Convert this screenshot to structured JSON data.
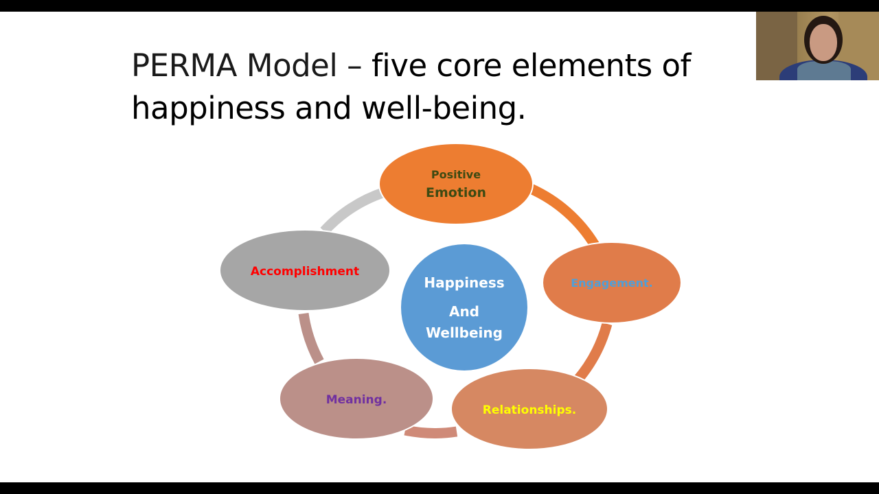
{
  "slide": {
    "title_part1": "PERMA Model – ",
    "title_part2": "five core elements of",
    "title_line2": "happiness and well-being",
    "title_period": "."
  },
  "diagram": {
    "center": {
      "line1": "Happiness",
      "line2": "And",
      "line3": "Wellbeing",
      "color": "#5b9bd5"
    },
    "nodes": [
      {
        "id": "positive-emotion",
        "line1": "Positive",
        "line2": "Emotion",
        "fill": "#ed7d31",
        "text_color": "#3d4a12"
      },
      {
        "id": "engagement",
        "label": "Engagement.",
        "fill": "#e07c4a",
        "text_color": "#4f9fd8"
      },
      {
        "id": "relationships",
        "label": "Relationships.",
        "fill": "#d68862",
        "text_color": "#ffff00"
      },
      {
        "id": "meaning",
        "label": "Meaning.",
        "fill": "#bb9089",
        "text_color": "#7030a0"
      },
      {
        "id": "accomplishment",
        "label": "Accomplishment",
        "fill": "#a6a6a6",
        "text_color": "#ff0000"
      }
    ]
  }
}
